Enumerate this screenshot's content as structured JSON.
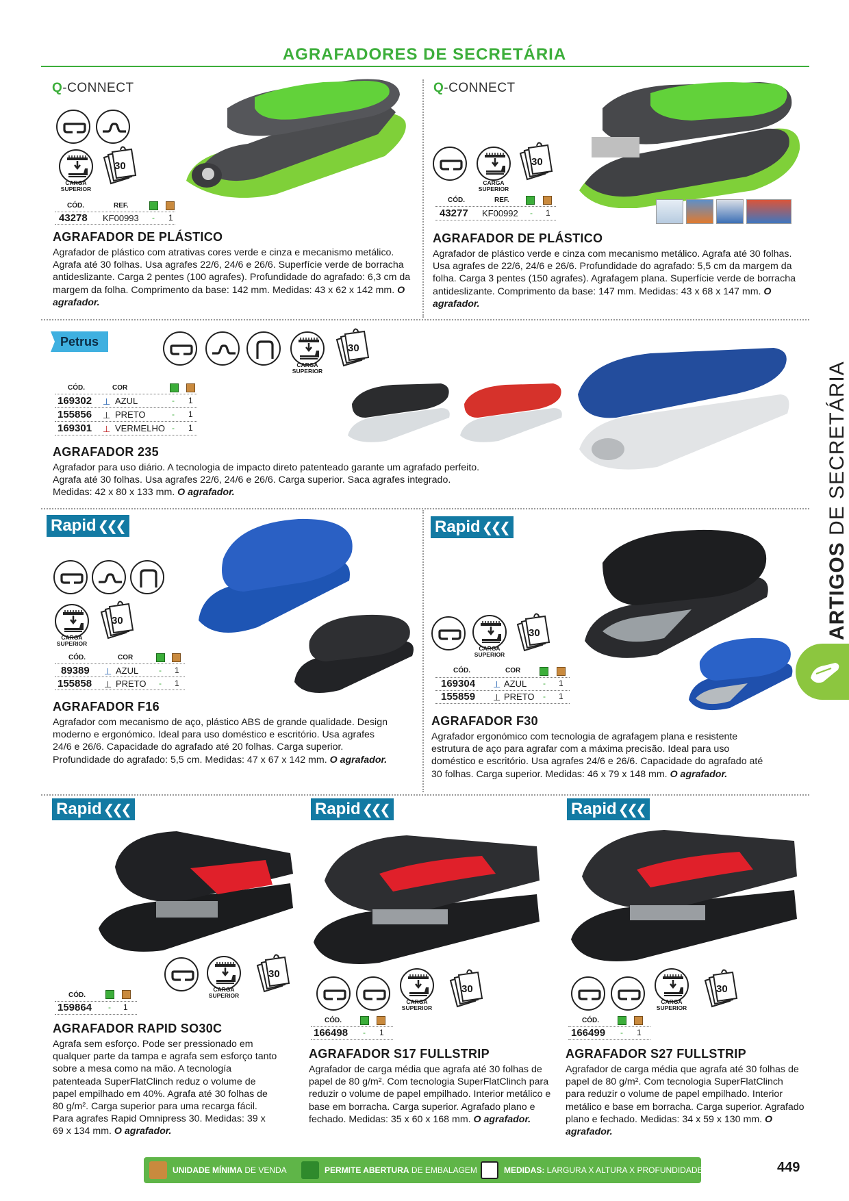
{
  "header": {
    "title": "AGRAFADORES DE SECRETÁRIA"
  },
  "side_tab": {
    "bold": "ARTIGOS",
    "rest": " DE SECRETÁRIA"
  },
  "icon_labels": {
    "carga": "CARGA",
    "superior": "SUPERIOR",
    "thirty": "30"
  },
  "table_headers": {
    "cod": "CÓD.",
    "ref": "REF.",
    "cor": "COR"
  },
  "brands": {
    "qconnect_q": "Q",
    "qconnect_rest": "-CONNECT",
    "rapid": "Rapid",
    "petrus": "Petrus"
  },
  "products": [
    {
      "code": "43278",
      "ref": "KF00993",
      "dash": "-",
      "unit": "1",
      "name": "AGRAFADOR DE PLÁSTICO",
      "desc": "Agrafador de plástico com atrativas cores verde e cinza e mecanismo metálico. Agrafa até 30 folhas. Usa agrafes 22/6, 24/6 e 26/6. Superfície verde de borracha antideslizante. Carga 2 pentes (100 agrafes). Profundidade do agrafado: 6,3 cm da margem da folha. Comprimento da base: 142 mm. Medidas: 43 x 62 x 142 mm.",
      "unit_note": "O agrafador."
    },
    {
      "code": "43277",
      "ref": "KF00992",
      "dash": "-",
      "unit": "1",
      "name": "AGRAFADOR DE PLÁSTICO",
      "desc": "Agrafador de plástico verde e cinza com mecanismo metálico. Agrafa até 30 folhas. Usa agrafes de 22/6, 24/6 e 26/6. Profundidade do agrafado: 5,5 cm da margem da folha. Carga 3 pentes (150 agrafes). Agrafagem plana. Superfície verde de borracha antideslizante. Comprimento da base: 147 mm. Medidas: 43 x 68 x 147 mm.",
      "unit_note": "O agrafador."
    },
    {
      "rows": [
        {
          "code": "169302",
          "color": "AZUL",
          "dash": "-",
          "unit": "1"
        },
        {
          "code": "155856",
          "color": "PRETO",
          "dash": "-",
          "unit": "1"
        },
        {
          "code": "169301",
          "color": "VERMELHO",
          "dash": "-",
          "unit": "1"
        }
      ],
      "name": "AGRAFADOR 235",
      "desc": "Agrafador para uso diário. A tecnologia de impacto direto patenteado garante um agrafado perfeito. Agrafa até 30 folhas. Usa agrafes 22/6, 24/6 e 26/6. Carga superior. Saca agrafes integrado. Medidas: 42 x 80 x 133 mm.",
      "unit_note": "O agrafador."
    },
    {
      "rows": [
        {
          "code": "89389",
          "color": "AZUL",
          "dash": "-",
          "unit": "1"
        },
        {
          "code": "155858",
          "color": "PRETO",
          "dash": "-",
          "unit": "1"
        }
      ],
      "name": "AGRAFADOR F16",
      "desc": "Agrafador com mecanismo de aço, plástico ABS de grande qualidade. Design moderno e ergonómico. Ideal para uso doméstico e escritório. Usa agrafes 24/6 e 26/6. Capacidade do agrafado até 20 folhas. Carga superior. Profundidade do agrafado: 5,5 cm. Medidas: 47 x 67 x 142 mm.",
      "unit_note": "O agrafador."
    },
    {
      "rows": [
        {
          "code": "169304",
          "color": "AZUL",
          "dash": "-",
          "unit": "1"
        },
        {
          "code": "155859",
          "color": "PRETO",
          "dash": "-",
          "unit": "1"
        }
      ],
      "name": "AGRAFADOR F30",
      "desc": "Agrafador ergonómico com tecnologia de agrafagem plana e resistente estrutura de aço para agrafar com a máxima precisão. Ideal para uso doméstico e escritório. Usa agrafes 24/6 e 26/6. Capacidade do agrafado até 30 folhas. Carga superior. Medidas: 46 x 79 x 148 mm.",
      "unit_note": "O agrafador."
    },
    {
      "code": "159864",
      "dash": "-",
      "unit": "1",
      "name": "AGRAFADOR RAPID SO30C",
      "desc": "Agrafa sem esforço. Pode ser pressionado em qualquer parte da tampa e agrafa sem esforço tanto sobre a mesa como na mão. A tecnología patenteada SuperFlatClinch reduz o volume de papel empilhado em 40%. Agrafa até 30 folhas de 80 g/m². Carga superior para uma recarga fácil. Para agrafes Rapid Omnipress 30. Medidas: 39 x 69 x 134 mm.",
      "unit_note": "O agrafador."
    },
    {
      "code": "166498",
      "dash": "-",
      "unit": "1",
      "name": "AGRAFADOR S17 FULLSTRIP",
      "desc": "Agrafador de carga média que agrafa até 30 folhas de papel de 80 g/m². Com tecnologia SuperFlatClinch para reduzir o volume de papel empilhado. Interior metálico e base em borracha. Carga superior. Agrafado plano e fechado. Medidas: 35 x 60 x 168 mm.",
      "unit_note": "O agrafador."
    },
    {
      "code": "166499",
      "dash": "-",
      "unit": "1",
      "name": "AGRAFADOR S27 FULLSTRIP",
      "desc": "Agrafador de carga média que agrafa até 30 folhas de papel de 80 g/m². Com tecnologia SuperFlatClinch para reduzir o volume de papel empilhado. Interior metálico e base em borracha. Carga superior. Agrafado plano e fechado. Medidas: 34 x 59 x 130 mm.",
      "unit_note": "O agrafador."
    }
  ],
  "footer": {
    "unit_bold": "UNIDADE MÍNIMA",
    "unit_rest": " DE VENDA",
    "open_bold": "PERMITE ABERTURA",
    "open_rest": " DE EMBALAGEM",
    "dims_bold": "MEDIDAS:",
    "dims_rest": " LARGURA X ALTURA X PROFUNDIDADE",
    "page": "449"
  },
  "colors": {
    "accent": "#3cae3a",
    "rapid": "#137aa3",
    "petrus": "#3fb0e0"
  }
}
